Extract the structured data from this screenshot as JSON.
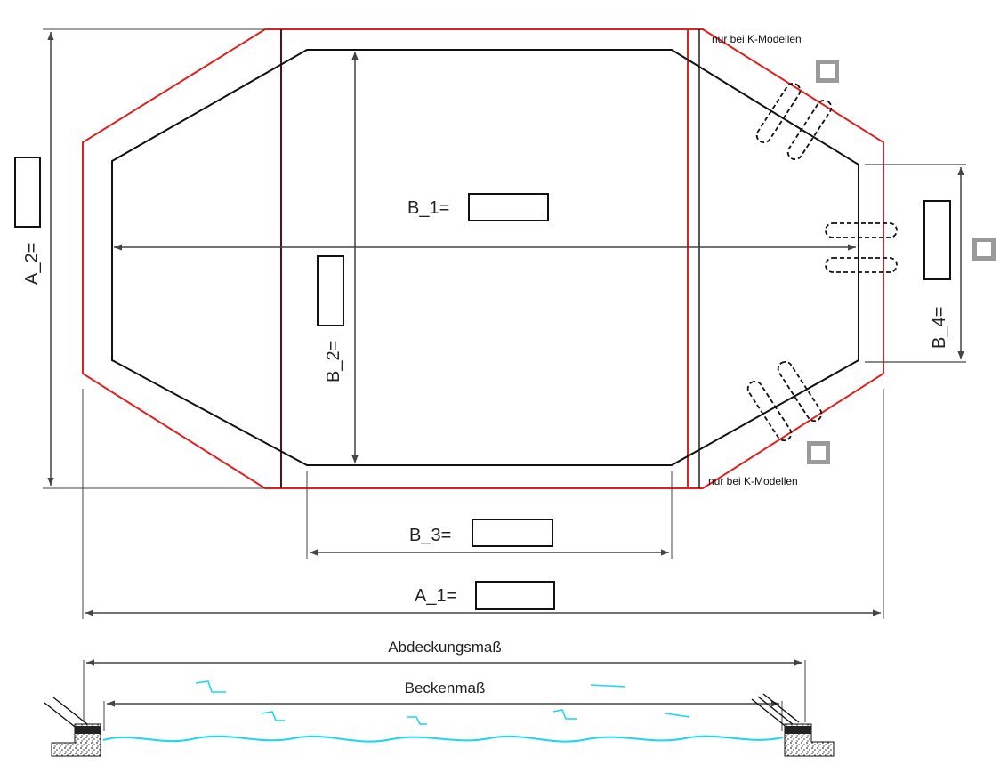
{
  "labels": {
    "a1": "A_1=",
    "a2": "A_2=",
    "b1": "B_1=",
    "b2": "B_2=",
    "b3": "B_3=",
    "b4": "B_4=",
    "k_model_top": "nur bei K-Modellen",
    "k_model_bottom": "nur bei K-Modellen",
    "cover_dimension": "Abdeckungsmaß",
    "pool_dimension": "Beckenmaß"
  },
  "inputs": {
    "a1": "",
    "a2": "",
    "b1": "",
    "b2": "",
    "b3": "",
    "b4": ""
  },
  "options": {
    "check_top_right": false,
    "check_right": false,
    "check_bottom_right": false
  },
  "colors": {
    "outline_red": "#e0201c",
    "pool_black": "#111111",
    "dimension_gray": "#444444",
    "water_cyan": "#1ad6f2",
    "checkbox_gray": "#9a9a9a"
  }
}
